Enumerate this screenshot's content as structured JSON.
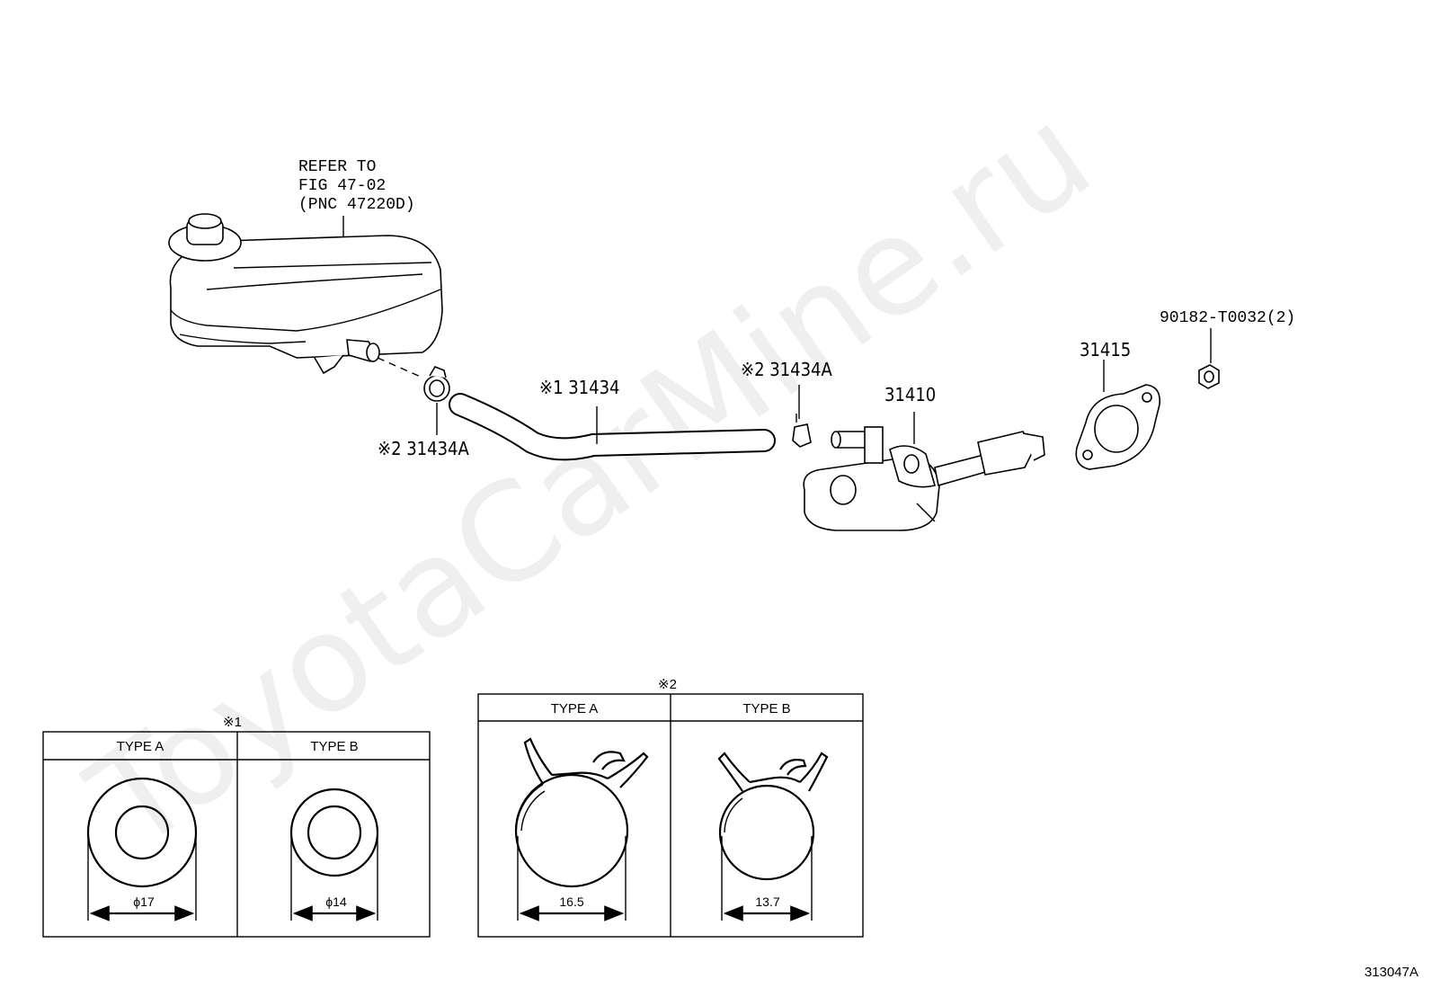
{
  "watermark": "ToyotaCarMine.ru",
  "refer_note": {
    "line1": "REFER TO",
    "line2": "FIG 47-02",
    "line3": "(PNC 47220D)"
  },
  "parts": {
    "hose": "※1 31434",
    "clamp_left": "※2 31434A",
    "clamp_right": "※2 31434A",
    "master_cylinder": "31410",
    "gasket": "31415",
    "nut": "90182-T0032(2)"
  },
  "table1": {
    "mark": "※1",
    "type_a": {
      "header": "TYPE A",
      "dimension": "ϕ17"
    },
    "type_b": {
      "header": "TYPE B",
      "dimension": "ϕ14"
    }
  },
  "table2": {
    "mark": "※2",
    "type_a": {
      "header": "TYPE A",
      "dimension": "16.5"
    },
    "type_b": {
      "header": "TYPE B",
      "dimension": "13.7"
    }
  },
  "figure_id": "313047A"
}
